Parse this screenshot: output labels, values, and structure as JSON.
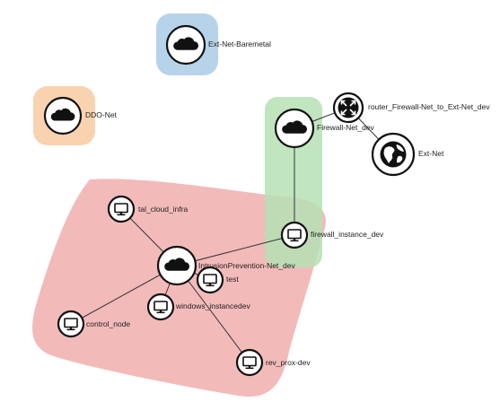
{
  "topology": {
    "colors": {
      "ext_baremetal_zone": "#b7d3ea",
      "ddo_zone": "#f9d2b0",
      "firewall_zone": "#b5e0b4",
      "ips_zone": "#f1aeae",
      "node_stroke": "#111111",
      "link": "#333333"
    },
    "nodes": {
      "ext_baremetal": {
        "label": "Ext-Net-Baremetal",
        "icon": "cloud-icon"
      },
      "ddo": {
        "label": "DDO-Net",
        "icon": "cloud-icon"
      },
      "firewall_net": {
        "label": "Firewall-Net_dev",
        "icon": "cloud-icon"
      },
      "router": {
        "label": "router_Firewall-Net_to_Ext-Net_dev",
        "icon": "router-arrows-icon"
      },
      "ext_net": {
        "label": "Ext-Net",
        "icon": "globe-icon"
      },
      "firewall_instance": {
        "label": "firewall_instance_dev",
        "icon": "monitor-icon"
      },
      "tal_cloud": {
        "label": "tal_cloud_infra",
        "icon": "monitor-icon"
      },
      "ips_net": {
        "label": "IntrusionPrevention-Net_dev",
        "icon": "cloud-icon"
      },
      "test": {
        "label": "test",
        "icon": "monitor-icon"
      },
      "windows": {
        "label": "windows_instancedev",
        "icon": "monitor-icon"
      },
      "control": {
        "label": "control_node",
        "icon": "monitor-icon"
      },
      "rev_prox": {
        "label": "rev_prox-dev",
        "icon": "monitor-icon"
      }
    }
  }
}
